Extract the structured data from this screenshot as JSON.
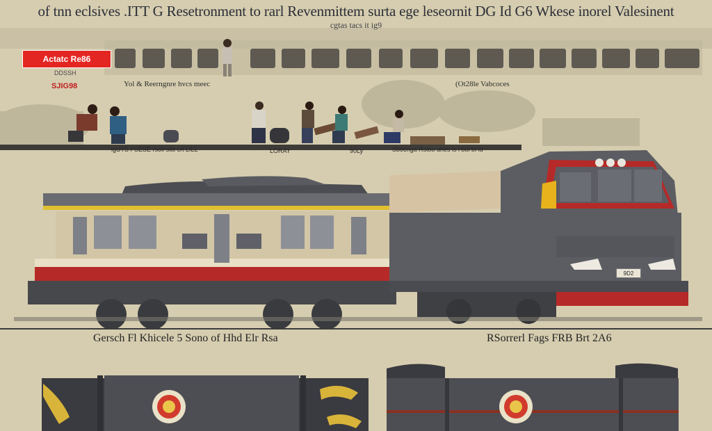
{
  "header": {
    "headline": "of tnn eclsives .ITT G Resetronment to rarl Revenmittem surta ege leseornit DG Id G6 Wkese inorel Valesinent",
    "subhead": "cgtas tacs it ig9"
  },
  "badge": {
    "label": "Actatc Re86",
    "tiny_code": "DDSSH",
    "red_code": "SJIG98"
  },
  "captions": {
    "top_left": "Yol & Reerngnre hvcs meec",
    "top_right": "(Ot28le Vabcoces"
  },
  "platform": {
    "text_left": "lgUTS FSESE rsoll stltl crt LILL",
    "text_mid": "LORAY",
    "text_mid2": "90Ly",
    "text_right": "Sbocriga Rstoo ahes is i bol bl ld"
  },
  "locomotive": {
    "number_plate": "9D2"
  },
  "sections": {
    "left_title": "Gersch Fl Khicele 5 Sono of Hhd Elr Rsa",
    "right_title": "RSorrerl Fags FRB Brt 2A6"
  },
  "colors": {
    "background": "#d6cdb0",
    "accent_red": "#e32622",
    "train_gray": "#5b5c60",
    "train_dark": "#3a3b3f"
  }
}
